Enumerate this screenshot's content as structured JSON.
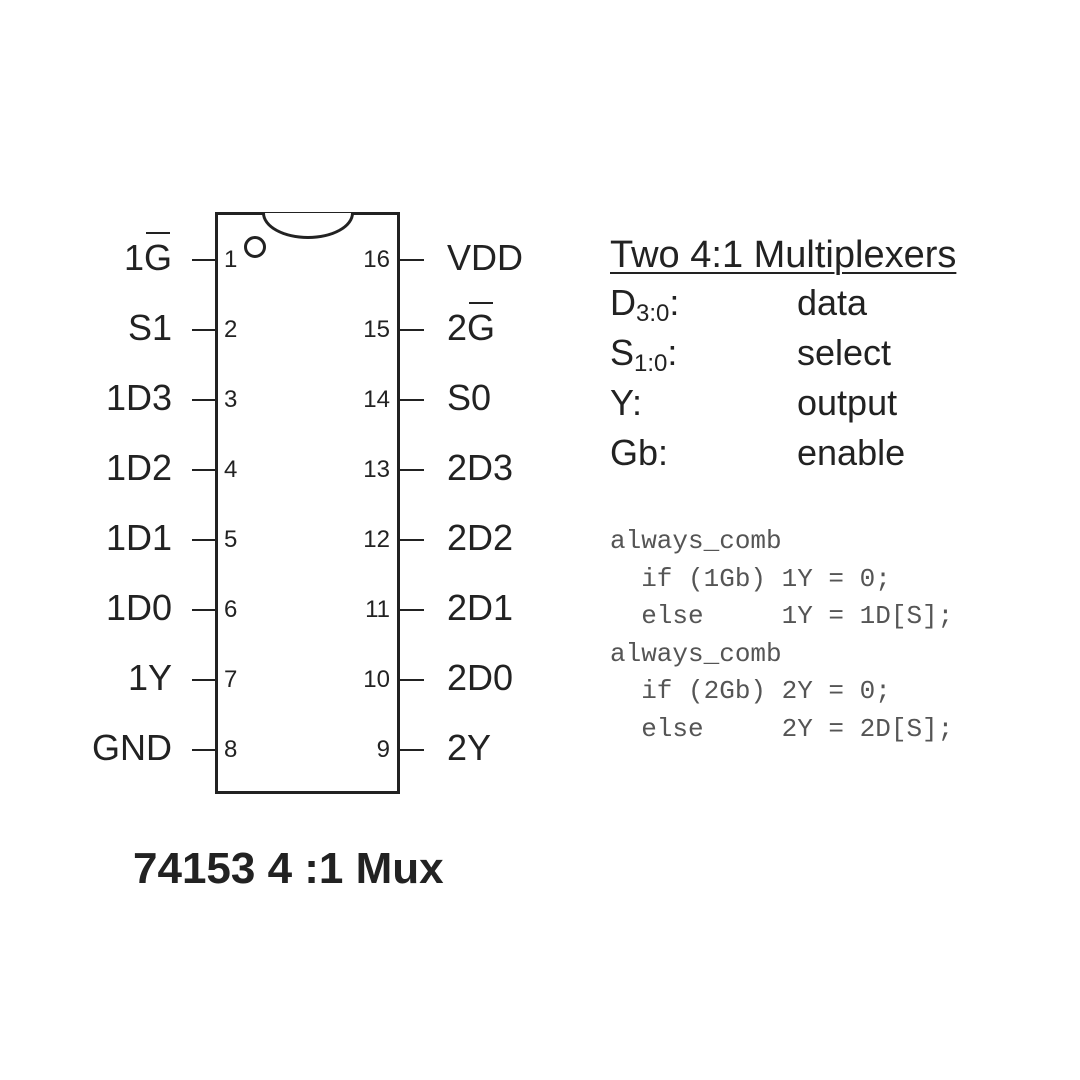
{
  "chip": {
    "title": "74153 4 :1 Mux",
    "pins_left": [
      {
        "num": "1",
        "name": "1",
        "overline": "G"
      },
      {
        "num": "2",
        "name": "S1"
      },
      {
        "num": "3",
        "name": "1D3"
      },
      {
        "num": "4",
        "name": "1D2"
      },
      {
        "num": "5",
        "name": "1D1"
      },
      {
        "num": "6",
        "name": "1D0"
      },
      {
        "num": "7",
        "name": "1Y"
      },
      {
        "num": "8",
        "name": "GND"
      }
    ],
    "pins_right": [
      {
        "num": "16",
        "name": "VDD"
      },
      {
        "num": "15",
        "name": "2",
        "overline": "G"
      },
      {
        "num": "14",
        "name": "S0"
      },
      {
        "num": "13",
        "name": "2D3"
      },
      {
        "num": "12",
        "name": "2D2"
      },
      {
        "num": "11",
        "name": "2D1"
      },
      {
        "num": "10",
        "name": "2D0"
      },
      {
        "num": "9",
        "name": "2Y"
      }
    ]
  },
  "legend": {
    "title": "Two 4:1 Multiplexers",
    "rows": [
      {
        "symbol": "D",
        "subscript": "3:0",
        "suffix": ":",
        "desc": "data"
      },
      {
        "symbol": "S",
        "subscript": "1:0",
        "suffix": ":",
        "desc": "select"
      },
      {
        "symbol": "Y:",
        "subscript": "",
        "suffix": "",
        "desc": "output"
      },
      {
        "symbol": "Gb:",
        "subscript": "",
        "suffix": "",
        "desc": "enable"
      }
    ]
  },
  "code": {
    "lines": [
      "always_comb",
      "  if (1Gb) 1Y = 0;",
      "  else     1Y = 1D[S];",
      "always_comb",
      "  if (2Gb) 2Y = 0;",
      "  else     2Y = 2D[S];"
    ]
  }
}
